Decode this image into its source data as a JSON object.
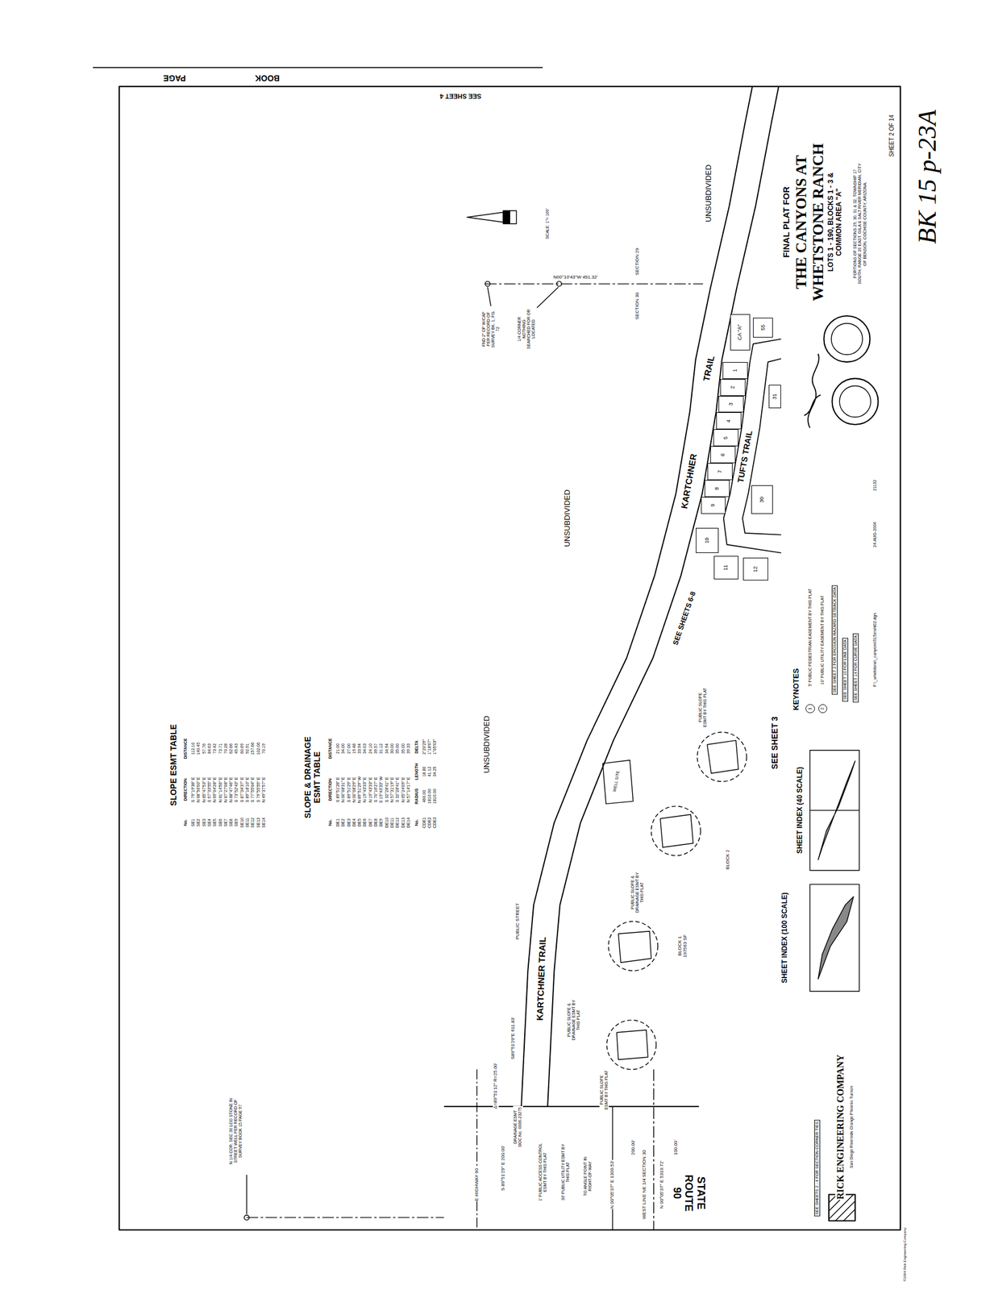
{
  "diagram": {
    "title": "THE CANYONS AT WHETSTONE RANCH",
    "nodes": [
      {
        "text": [
          "CA \"A\""
        ]
      },
      {
        "text": [
          "55"
        ]
      },
      {
        "text": [
          "1"
        ]
      },
      {
        "text": [
          "2"
        ]
      },
      {
        "text": [
          "3"
        ]
      },
      {
        "text": [
          "4"
        ]
      },
      {
        "text": [
          "5"
        ]
      },
      {
        "text": [
          "6"
        ]
      },
      {
        "text": [
          "7"
        ]
      },
      {
        "text": [
          "8"
        ]
      },
      {
        "text": [
          "9"
        ]
      },
      {
        "text": [
          "31"
        ]
      },
      {
        "text": [
          "30"
        ]
      },
      {
        "text": [
          "10"
        ]
      },
      {
        "text": [
          "11"
        ]
      },
      {
        "text": [
          "12"
        ]
      },
      {
        "text": [
          "1"
        ]
      },
      {
        "text": [
          "2"
        ]
      }
    ],
    "labels": [
      "SLOPE ESMT TABLE",
      "No.",
      "DIRECTION",
      "DISTANCE",
      "SE1",
      "S 79°19'38\" E",
      "112.10",
      "SE2",
      "N 68°50'00\" E",
      "140.45",
      "SE3",
      "N 85°47'53\" E",
      "57.76",
      "SE4",
      "S 57°33'55\" E",
      "84.63",
      "SE5",
      "N 69°04'28\" E",
      "73.42",
      "SE6",
      "N 81°14'56\" E",
      "73.71",
      "SE7",
      "N 87°27'08\" E",
      "70.28",
      "SE8",
      "N 88°47'46\" E",
      "62.66",
      "SE9",
      "S 73°52'43\" E",
      "45.43",
      "SE10",
      "S 87°34'37\" E",
      "60.69",
      "SE11",
      "S 89°18'10\" E",
      "92.91",
      "SE12",
      "S 77°55'04\" E",
      "157.66",
      "SE13",
      "S 79°55'55\" E",
      "102.06",
      "SE14",
      "N 49°37'57\" E",
      "70.19",
      "SLOPE & DRAINAGE ESMT TABLE",
      "No.",
      "DIRECTION",
      "DISTANCE",
      "DE1",
      "S 89°51'28\" E",
      "21.00",
      "DE2",
      "N 00°08'31\" E",
      "34.00",
      "DE3",
      "S 89°51'29\" E",
      "27.00",
      "DE4",
      "N 00°08'29\" E",
      "19.48",
      "DE5",
      "N 89°51'29\" W",
      "33.94",
      "DE6",
      "N 19°43'33\" E",
      "34.03",
      "DE7",
      "N 19°43'33\" E",
      "24.10",
      "DE8",
      "S 70°16'27\" E",
      "39.57",
      "DE9",
      "S 19°43'33\" W",
      "31.12",
      "DE10",
      "S 32°28'41\" E",
      "34.94",
      "DE11",
      "N 57°31'19\" E",
      "30.00",
      "DE12",
      "S 32°28'41\" E",
      "35.00",
      "DE13",
      "N 65°24'09\" E",
      "35.00",
      "DE14",
      "N 57°14'17\" E",
      "39.33",
      "No.",
      "RADIUS",
      "LENGTH",
      "DELTA",
      "CDE1",
      "460.00",
      "18.80",
      "2°20'29\"",
      "CDE2",
      "1810.00",
      "41.12",
      "1°18'07\"",
      "CDE3",
      "1810.00",
      "34.25",
      "1°05'03\"",
      "BOOK",
      "PAGE",
      "SEE SHEET 4",
      "UNSUBDIVIDED",
      "UNSUBDIVIDED",
      "UNSUBDIVIDED",
      "KARTCHNER",
      "TRAIL",
      "KARTCHNER TRAIL",
      "TUFTS TRAIL",
      "PUBLIC STREET",
      "S89°51'29\"E 611.83'",
      "Δ=89°51'12\" R=25.00'",
      "S 89°51'29\" E 200.00'",
      "DRAINAGE ESMT DOC No. 0006-23275",
      "1' PUBLIC ACCESS CONTROL ESMT BY THIS PLAT",
      "30' PUBLIC UTILITY ESMT BY THIS PLAT",
      "TO ANGLE POINT IN RIGHT-OF-WAY",
      "N 00°05'37\" E 1309.53'",
      "WEST LINE NE 1/4 SECTION 30",
      "N 00°05'37\" E 5319.72'",
      "STATE ROUTE 90",
      "200.00'",
      "100.00'",
      "E HIGHWAY 90",
      "N 1/4 COR. SEC 30 LCO STONE IN STREET WELL PER RECORD OF SURVEY BOOK 15 PAGE 97",
      "BLOCK 1 197563 SF",
      "BLOCK 2",
      "WELL SITE",
      "PUBLIC SLOPE ESMT BY THIS PLAT",
      "PUBLIC SLOPE & DRAINAGE ESMT BY THIS PLAT",
      "PUBLIC SLOPE & DRAINAGE ESMT BY THIS PLAT",
      "PUBLIC SLOPE ESMT BY THIS PLAT",
      "SEE SHEET 3",
      "SEE SHEETS 6-8",
      "SECTION 29",
      "SECTION 30",
      "N00°10'43\"W 451.32'",
      "FND 2\" OP W/CAP PER RECORD OF SURVEY BK. 1, PG. 72",
      "1/4 CORNER NOTHING SEARCHED FOR OR LOCATED",
      "SCALE: 1\"= 100'",
      "FINAL PLAT FOR",
      "LOTS 1 - 190, BLOCKS 1 - 3 &",
      "COMMON AREA \"A\"",
      "PORTIONS OF SECTIONS 29, 30, 31 & 32, TOWNSHIP 17 SOUTH, RANGE 20 EAST, GILA & SALT RIVER MERIDIAN, CITY OF BENSON, COCHISE COUNTY, ARIZONA.",
      "SHEET 2 OF 14",
      "BK 15 p-23A",
      "KEYNOTES",
      "5' PUBLIC PEDESTRIAN EASEMENT BY THIS PLAT",
      "10' PUBLIC UTILITY EASEMENT BY THIS PLAT",
      "SEE SHEET 2 FOR EROSION HAZARD SETBACK DATA",
      "SEE SHEET 10 FOR LINE DATA",
      "SEE SHEET 14 FOR CURVE DATA",
      "24-AUG-2004",
      "21132",
      "F:\\_whetstone\\_canyons\\515e\\sht02.dgn",
      "SHEET INDEX (100 SCALE)",
      "SHEET INDEX (40 SCALE)",
      "RICK ENGINEERING COMPANY",
      "San Diego Riverside Orange Phoenix Tucson",
      "SEE SHEETS 2 - 4 FOR SECTION CORNER TIES",
      "©2004 Rick Engineering Company"
    ]
  }
}
